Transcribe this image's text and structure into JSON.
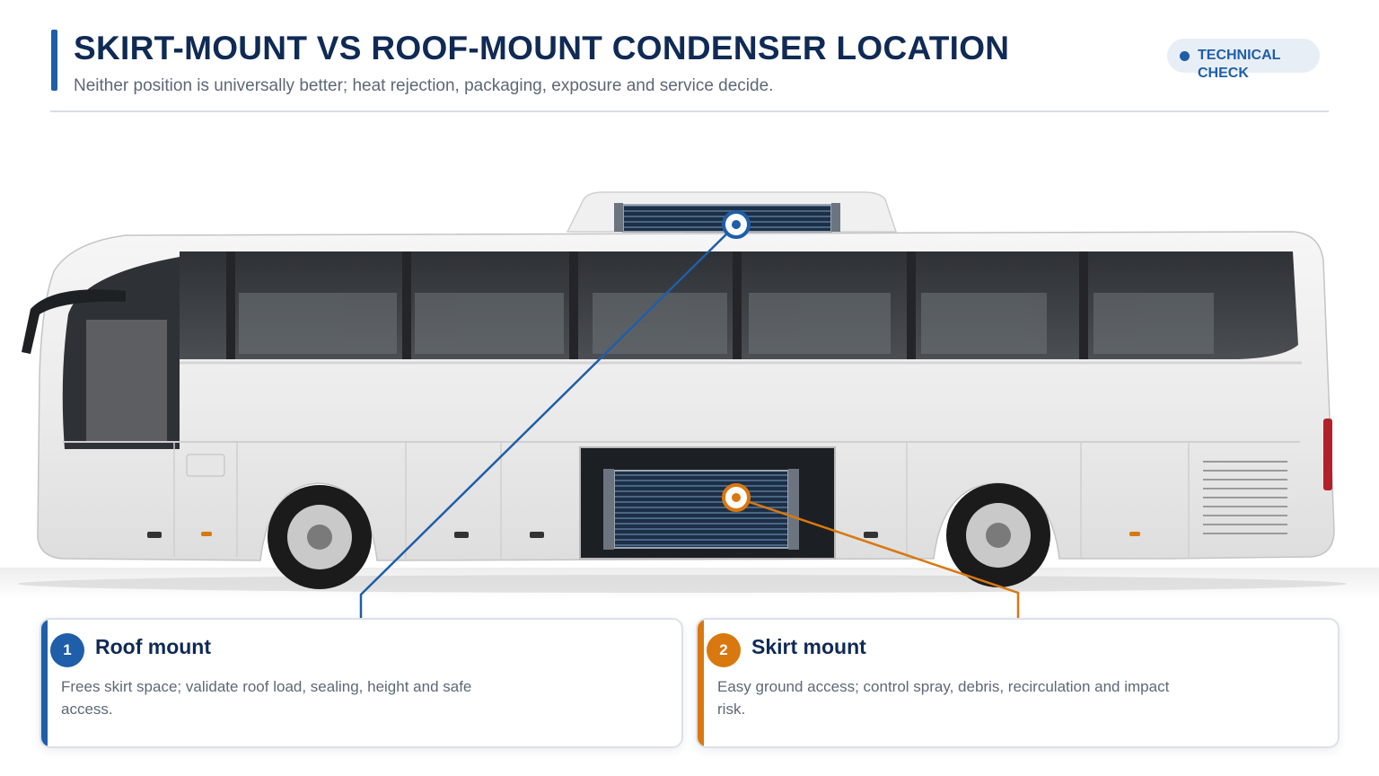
{
  "header": {
    "title": "SKIRT-MOUNT VS ROOF-MOUNT CONDENSER LOCATION",
    "subtitle": "Neither position is universally better; heat rejection, packaging, exposure and service decide.",
    "badge": "TECHNICAL CHECK"
  },
  "cards": [
    {
      "number": "1",
      "title": "Roof mount",
      "body": "Frees skirt space; validate roof load, sealing, height and safe access."
    },
    {
      "number": "2",
      "title": "Skirt mount",
      "body": "Easy ground access; control spray, debris, recirculation and impact risk."
    }
  ],
  "colors": {
    "primary": "#1f5ea8",
    "secondary": "#d9780f",
    "title": "#0f2a55",
    "muted": "#5d6877"
  }
}
